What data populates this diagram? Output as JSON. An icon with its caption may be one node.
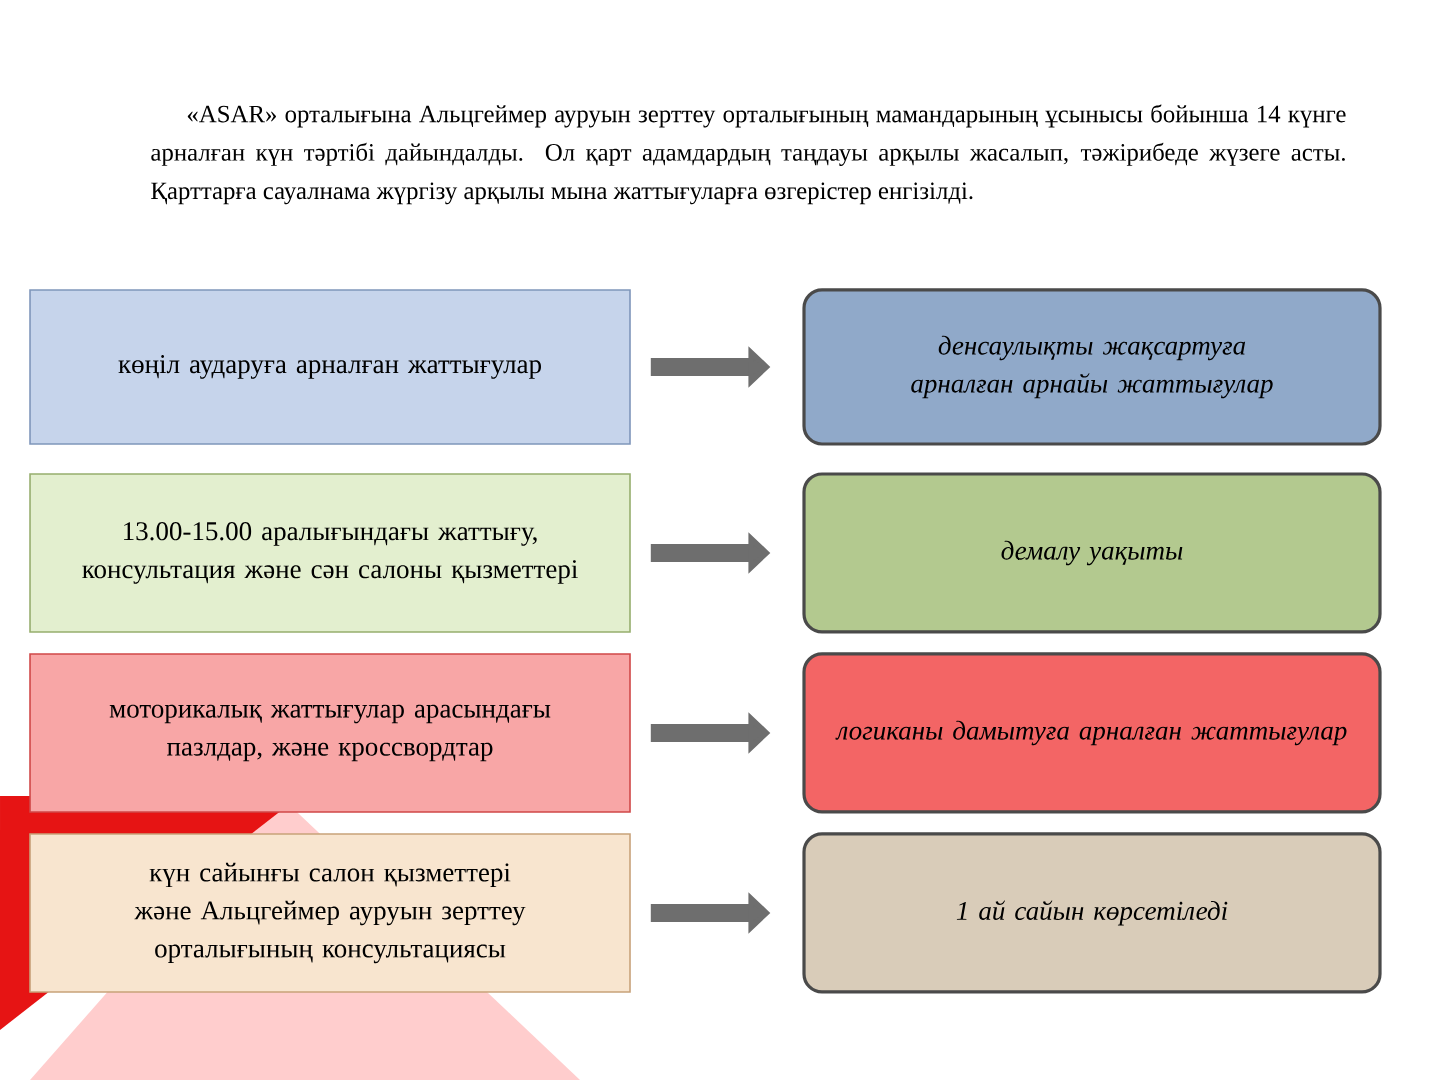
{
  "diagram": {
    "nodes": [
      {
        "text": [
          "көңіл аударуға арналған жаттығулар"
        ]
      },
      {
        "text": [
          "13.00-15.00 аралығындағы жаттығу, консультация және сән салоны қызметтері"
        ]
      },
      {
        "text": [
          "моторикалық жаттығулар арасындағы пазлдар, және кроссвордтар"
        ]
      },
      {
        "text": [
          "күн сайынғы салон қызметтері және Альцгеймер ауруын зерттеу орталығының консультациясы"
        ]
      },
      {
        "text": [
          "денсаулықты жақсартуға арналған арнайы жаттығулар"
        ]
      },
      {
        "text": [
          "демалу уақыты"
        ]
      },
      {
        "text": [
          "логиканы дамытуға арналған жаттығулар"
        ]
      },
      {
        "text": [
          "1 ай сайын көрсетіледі"
        ]
      }
    ],
    "edges": [
      {
        "from": 0,
        "to": 4,
        "arrow": "to"
      },
      {
        "from": 1,
        "to": 5,
        "arrow": "to"
      },
      {
        "from": 2,
        "to": 6,
        "arrow": "to"
      },
      {
        "from": 3,
        "to": 7,
        "arrow": "to"
      }
    ],
    "labels": [
      "«ASAR» орталығына Альцгеймер ауруын зерттеу орталығының мамандарының ұсынысы бойынша 14 күнге арналған күн тәртібі дайындалды. Ол қарт адамдардың таңдауы арқылы жасалып, тәжірибеде жүзеге асты. Қарттарға сауалнама жүргізу арқылы мына жаттығуларға өзгерістер енгізілді."
    ]
  }
}
